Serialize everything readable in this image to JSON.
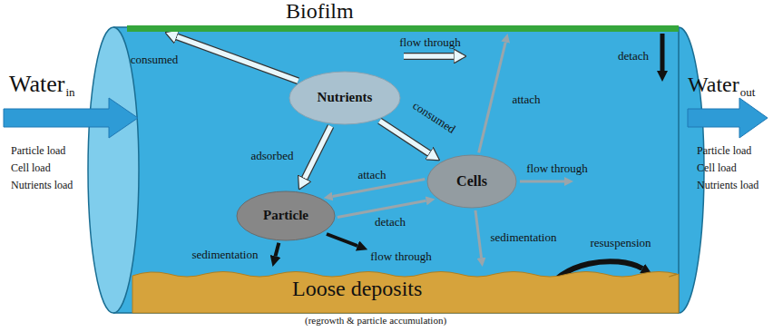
{
  "diagram": {
    "nodes": [
      {
        "text": [
          "Biofilm"
        ]
      },
      {
        "text": [
          "Nutrients"
        ]
      },
      {
        "text": [
          "Particle"
        ]
      },
      {
        "text": [
          "Cells"
        ]
      },
      {
        "text": [
          "Loose deposits",
          "(regrowth & particle accumulation)"
        ]
      }
    ],
    "edges": [
      {
        "from": 1,
        "to": 0,
        "label": "consumed",
        "arrow": "to"
      },
      {
        "from": 1,
        "to": 3,
        "label": "consumed",
        "arrow": "to"
      },
      {
        "from": 1,
        "to": 2,
        "label": "adsorbed",
        "arrow": "to"
      },
      {
        "from": 3,
        "to": 2,
        "label": "attach",
        "arrow": "to"
      },
      {
        "from": 2,
        "to": 3,
        "label": "detach",
        "arrow": "to"
      },
      {
        "from": 3,
        "to": 0,
        "label": "attach",
        "arrow": "to"
      },
      {
        "from": 2,
        "to": 4,
        "label": "sedimentation",
        "arrow": "to"
      },
      {
        "from": 3,
        "to": 4,
        "label": "sedimentation",
        "arrow": "to"
      }
    ],
    "labels": [
      "Water",
      "in",
      "Particle load",
      "Cell load",
      "Nutrients load",
      "Water",
      "out",
      "Particle load",
      "Cell load",
      "Nutrients load",
      "flow through",
      "flow through",
      "flow through",
      "detach",
      "resuspension"
    ]
  }
}
